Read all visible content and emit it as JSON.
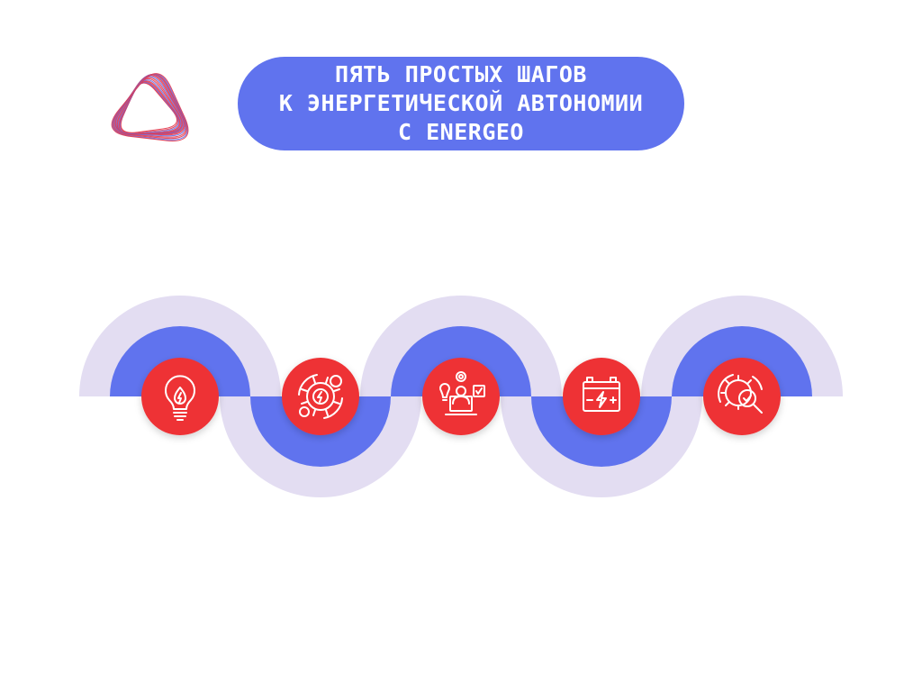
{
  "header": {
    "title_lines": [
      "ПЯТЬ ПРОСТЫХ ШАГОВ",
      "К ЭНЕРГЕТИЧЕСКОЙ АВТОНОМИИ",
      "С ENERGEO"
    ]
  },
  "logo": {
    "name": "energeo-triangle-logo",
    "colors": [
      "#e23a4f",
      "#6073ee"
    ]
  },
  "colors": {
    "band_outer": "#e3ddf2",
    "band_inner": "#6073ee",
    "step_circle": "#ee3236",
    "icon_stroke": "#ffffff",
    "title_bg": "#6073ee",
    "title_text": "#ffffff"
  },
  "steps": [
    {
      "icon": "lightbulb-energy-icon"
    },
    {
      "icon": "gears-energy-icon"
    },
    {
      "icon": "engineer-laptop-icon"
    },
    {
      "icon": "battery-bolt-icon"
    },
    {
      "icon": "gear-search-check-icon"
    }
  ]
}
